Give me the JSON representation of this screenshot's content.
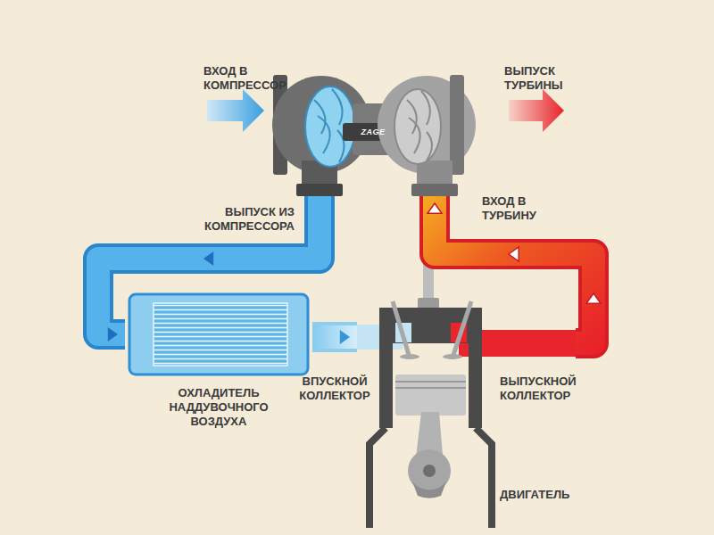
{
  "diagram": {
    "nodes": [
      {
        "text": [
          "ZAGE"
        ]
      },
      {
        "text": [
          "ОХЛАДИТЕЛЬ НАДДУВОЧНОГО ВОЗДУХА"
        ]
      },
      {
        "text": [
          "ДВИГАТЕЛЬ"
        ]
      }
    ],
    "edges": [
      {
        "from": 0,
        "to": 1,
        "arrow": "to"
      },
      {
        "from": 1,
        "to": 2,
        "arrow": "to"
      },
      {
        "from": 2,
        "to": 0,
        "arrow": "to"
      }
    ],
    "labels": [
      "ВХОД В КОМПРЕССОР",
      "ВЫПУСК ТУРБИНЫ",
      "ВЫПУСК ИЗ КОМПРЕССОРА",
      "ВХОД В ТУРБИНУ",
      "ВПУСКНОЙ КОЛЛЕКТОР",
      "ВЫПУСКНОЙ КОЛЛЕКТОР"
    ]
  }
}
